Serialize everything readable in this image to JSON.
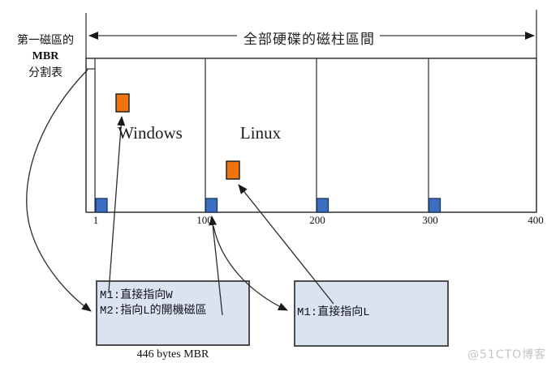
{
  "diagram": {
    "left_label": {
      "line1": "第一磁區的",
      "line2": "MBR",
      "line3": "分割表"
    },
    "top_span": {
      "label": "全部硬碟的磁柱區間"
    },
    "chart": {
      "windows_label": "Windows",
      "linux_label": "Linux",
      "axis_ticks": [
        "1",
        "100",
        "200",
        "300",
        "400"
      ]
    },
    "left_box": {
      "line1": "M1:直接指向W",
      "line2": "M2:指向L的開機磁區",
      "caption": "446 bytes MBR"
    },
    "right_box": {
      "line1": "M1:直接指向L"
    },
    "watermark": "@51CTO博客",
    "colors": {
      "orange_marker": "#F0740E",
      "orange_border": "#1a1a1a",
      "blue_marker": "#3C6EC1",
      "blue_border": "#17375D",
      "box_fill": "#DBE3F0",
      "box_border": "#4D4D4D",
      "line": "#3A3A3A",
      "watermark": "#C6C6C6"
    }
  }
}
